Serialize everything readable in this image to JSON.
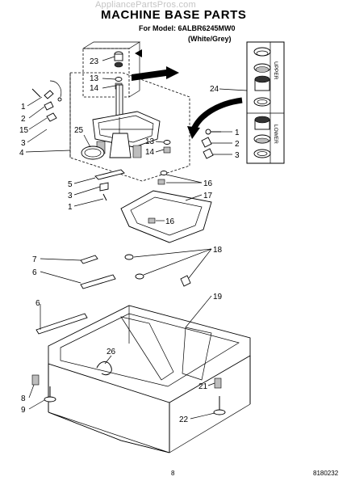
{
  "header": {
    "watermark": "AppliancePartsPros.com",
    "title": "MACHINE BASE PARTS",
    "model": "For Model: 6ALBR6245MW0",
    "color_variant": "(White/Grey)"
  },
  "footer": {
    "page_number": "8",
    "document_code": "8180232"
  },
  "side_labels": {
    "upper": "UPPER",
    "lower": "LOWER"
  },
  "callouts": [
    "23",
    "13",
    "14",
    "1",
    "2",
    "15",
    "3",
    "25",
    "4",
    "5",
    "3",
    "1",
    "13",
    "14",
    "1",
    "2",
    "3",
    "24",
    "16",
    "17",
    "16",
    "18",
    "7",
    "6",
    "6",
    "19",
    "26",
    "8",
    "9",
    "21",
    "22"
  ]
}
